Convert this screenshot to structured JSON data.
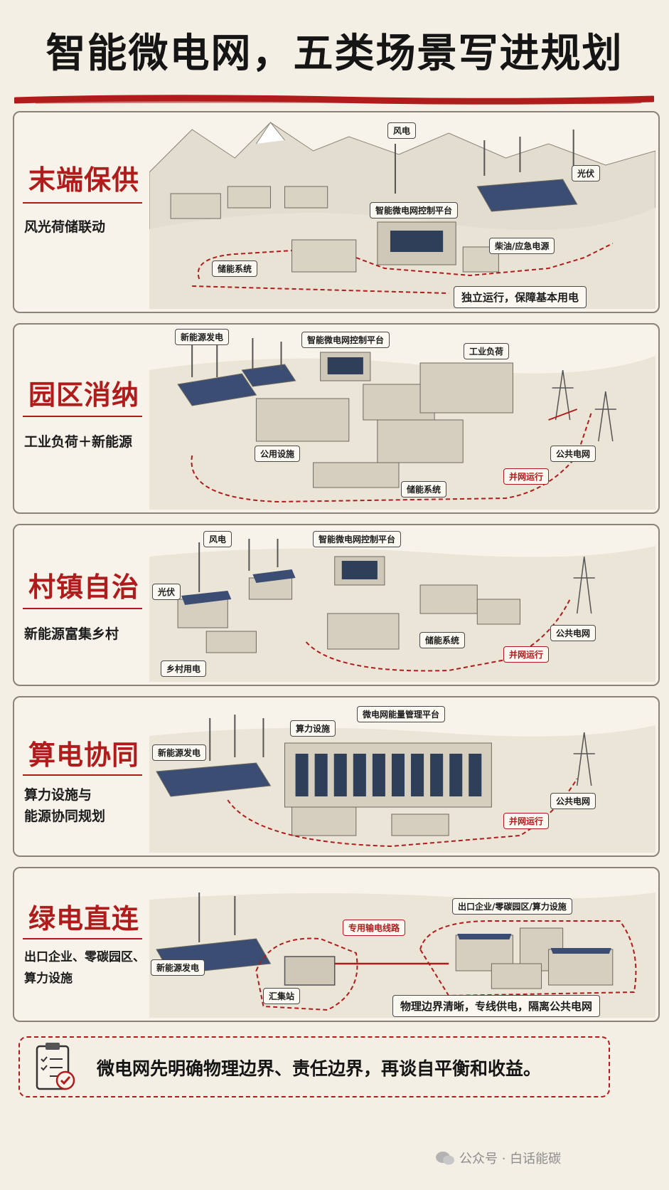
{
  "title": "智能微电网，五类场景写进规划",
  "colors": {
    "accent": "#b01c1c",
    "background": "#f4efe4",
    "ink": "#1a1a1a"
  },
  "panels": [
    {
      "heading": "末端保供",
      "subtitle": "风光荷储联动",
      "labels": [
        "风电",
        "光伏",
        "智能微电网控制平台",
        "柴油/应急电源",
        "储能系统"
      ],
      "banner": "独立运行，保障基本用电"
    },
    {
      "heading": "园区消纳",
      "subtitle": "工业负荷＋新能源",
      "labels": [
        "新能源发电",
        "智能微电网控制平台",
        "工业负荷",
        "公共电网",
        "公用设施",
        "储能系统"
      ],
      "banner": "并网运行"
    },
    {
      "heading": "村镇自治",
      "subtitle": "新能源富集乡村",
      "labels": [
        "风电",
        "智能微电网控制平台",
        "光伏",
        "公共电网",
        "储能系统",
        "乡村用电"
      ],
      "banner": "并网运行"
    },
    {
      "heading": "算电协同",
      "subtitle": "算力设施与\n能源协同规划",
      "subtitle_lines": [
        "算力设施与",
        "能源协同规划"
      ],
      "labels": [
        "微电网能量管理平台",
        "算力设施",
        "新能源发电",
        "公共电网"
      ],
      "banner": "并网运行"
    },
    {
      "heading": "绿电直连",
      "subtitle_lines": [
        "出口企业、零碳园区、",
        "算力设施"
      ],
      "labels": [
        "出口企业/零碳园区/算力设施",
        "专用输电线路",
        "新能源发电",
        "汇集站"
      ],
      "banner": "物理边界清晰，专线供电，隔离公共电网"
    }
  ],
  "footer": {
    "text": "微电网先明确物理边界、责任边界，再谈自平衡和收益。",
    "icon": "checklist-clipboard-icon"
  },
  "watermark": "公众号 · 白话能碳"
}
